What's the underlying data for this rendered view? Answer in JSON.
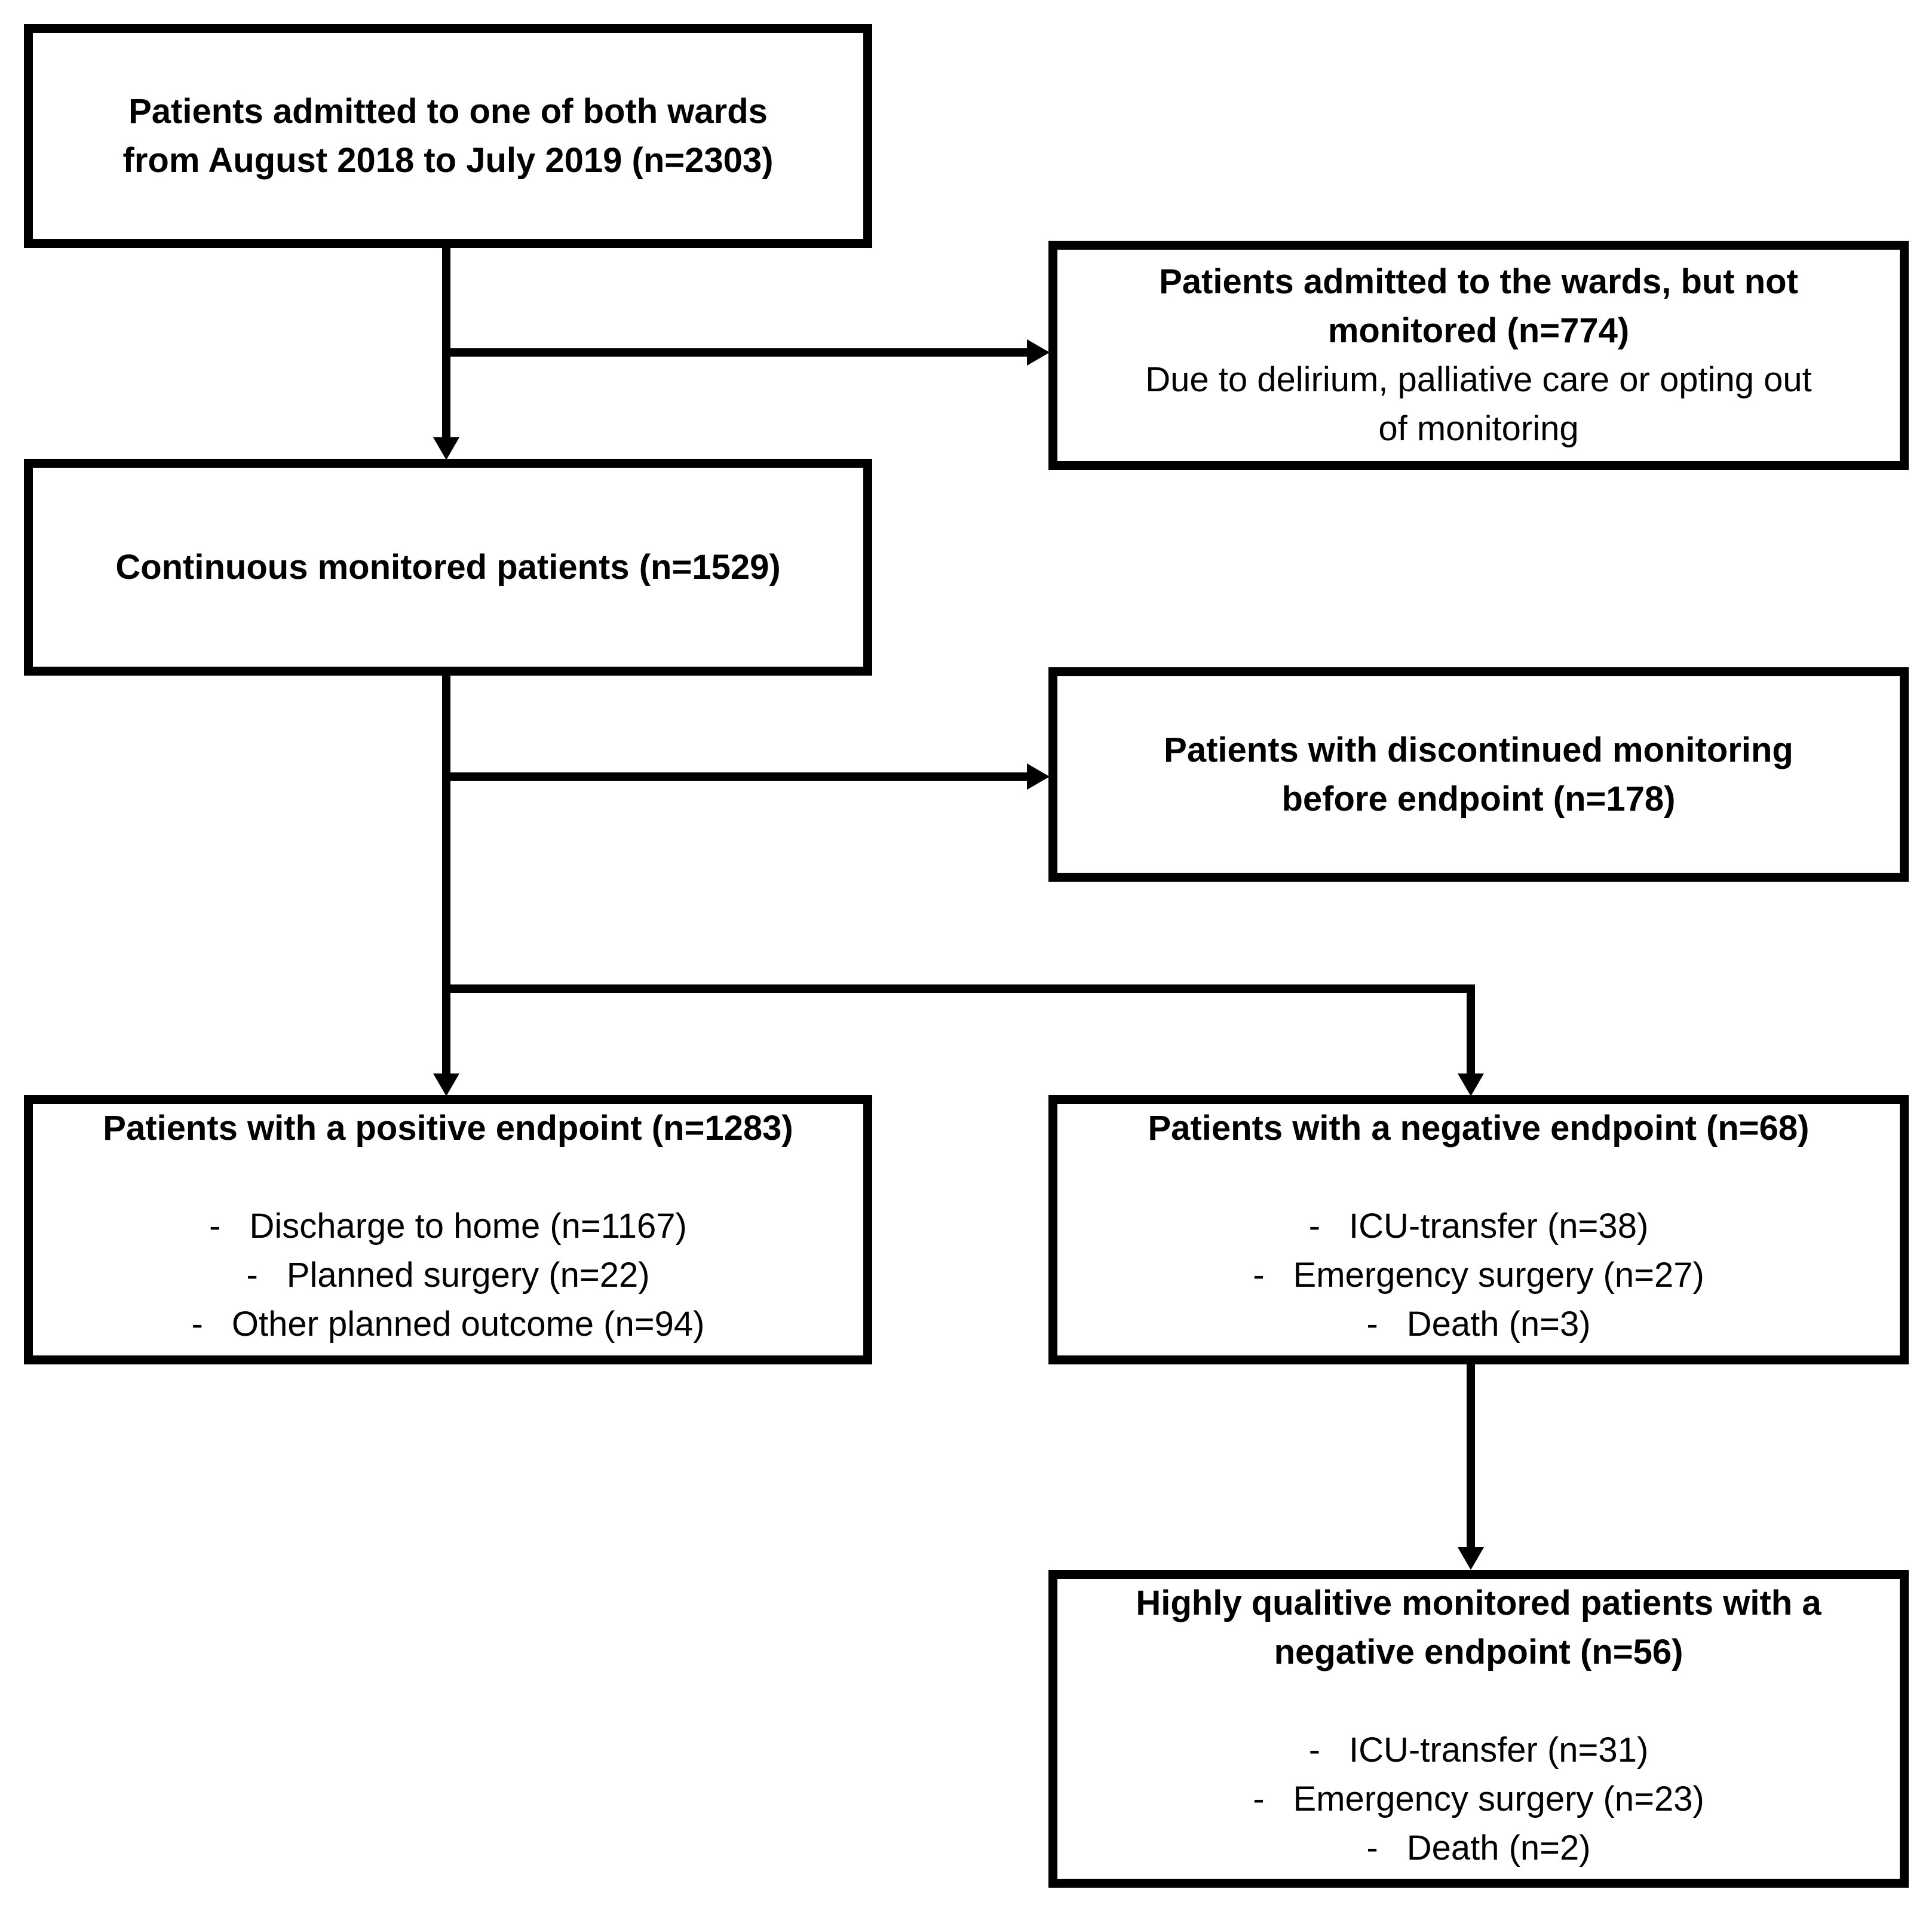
{
  "figure": {
    "type": "patient-flowchart",
    "background_color": "#ffffff",
    "line_color": "#000000",
    "bullet": "-"
  },
  "boxes": {
    "admitted": {
      "lines": [
        "Patients admitted to one of both wards",
        "from August 2018 to July 2019 (n=2303)"
      ]
    },
    "not_monitored": {
      "bold_lines": [
        "Patients admitted to the wards, but not",
        "monitored (n=774)"
      ],
      "regular_lines": [
        "Due to delirium, palliative care or opting out",
        "of monitoring"
      ]
    },
    "continuous": {
      "lines": [
        "Continuous monitored patients (n=1529)"
      ]
    },
    "discontinued": {
      "lines": [
        "Patients with discontinued monitoring",
        "before endpoint (n=178)"
      ]
    },
    "positive": {
      "title": "Patients with a positive endpoint (n=1283)",
      "bullet": "-",
      "items": [
        "Discharge to home (n=1167)",
        "Planned surgery (n=22)",
        "Other planned outcome (n=94)"
      ]
    },
    "negative": {
      "title": "Patients with a negative endpoint (n=68)",
      "bullet": "-",
      "items": [
        "ICU-transfer (n=38)",
        "Emergency surgery (n=27)",
        "Death (n=3)"
      ]
    },
    "high_quality": {
      "title_lines": [
        "Highly qualitive monitored patients with a",
        "negative endpoint (n=56)"
      ],
      "bullet": "-",
      "items": [
        "ICU-transfer (n=31)",
        "Emergency surgery (n=23)",
        "Death (n=2)"
      ]
    }
  }
}
